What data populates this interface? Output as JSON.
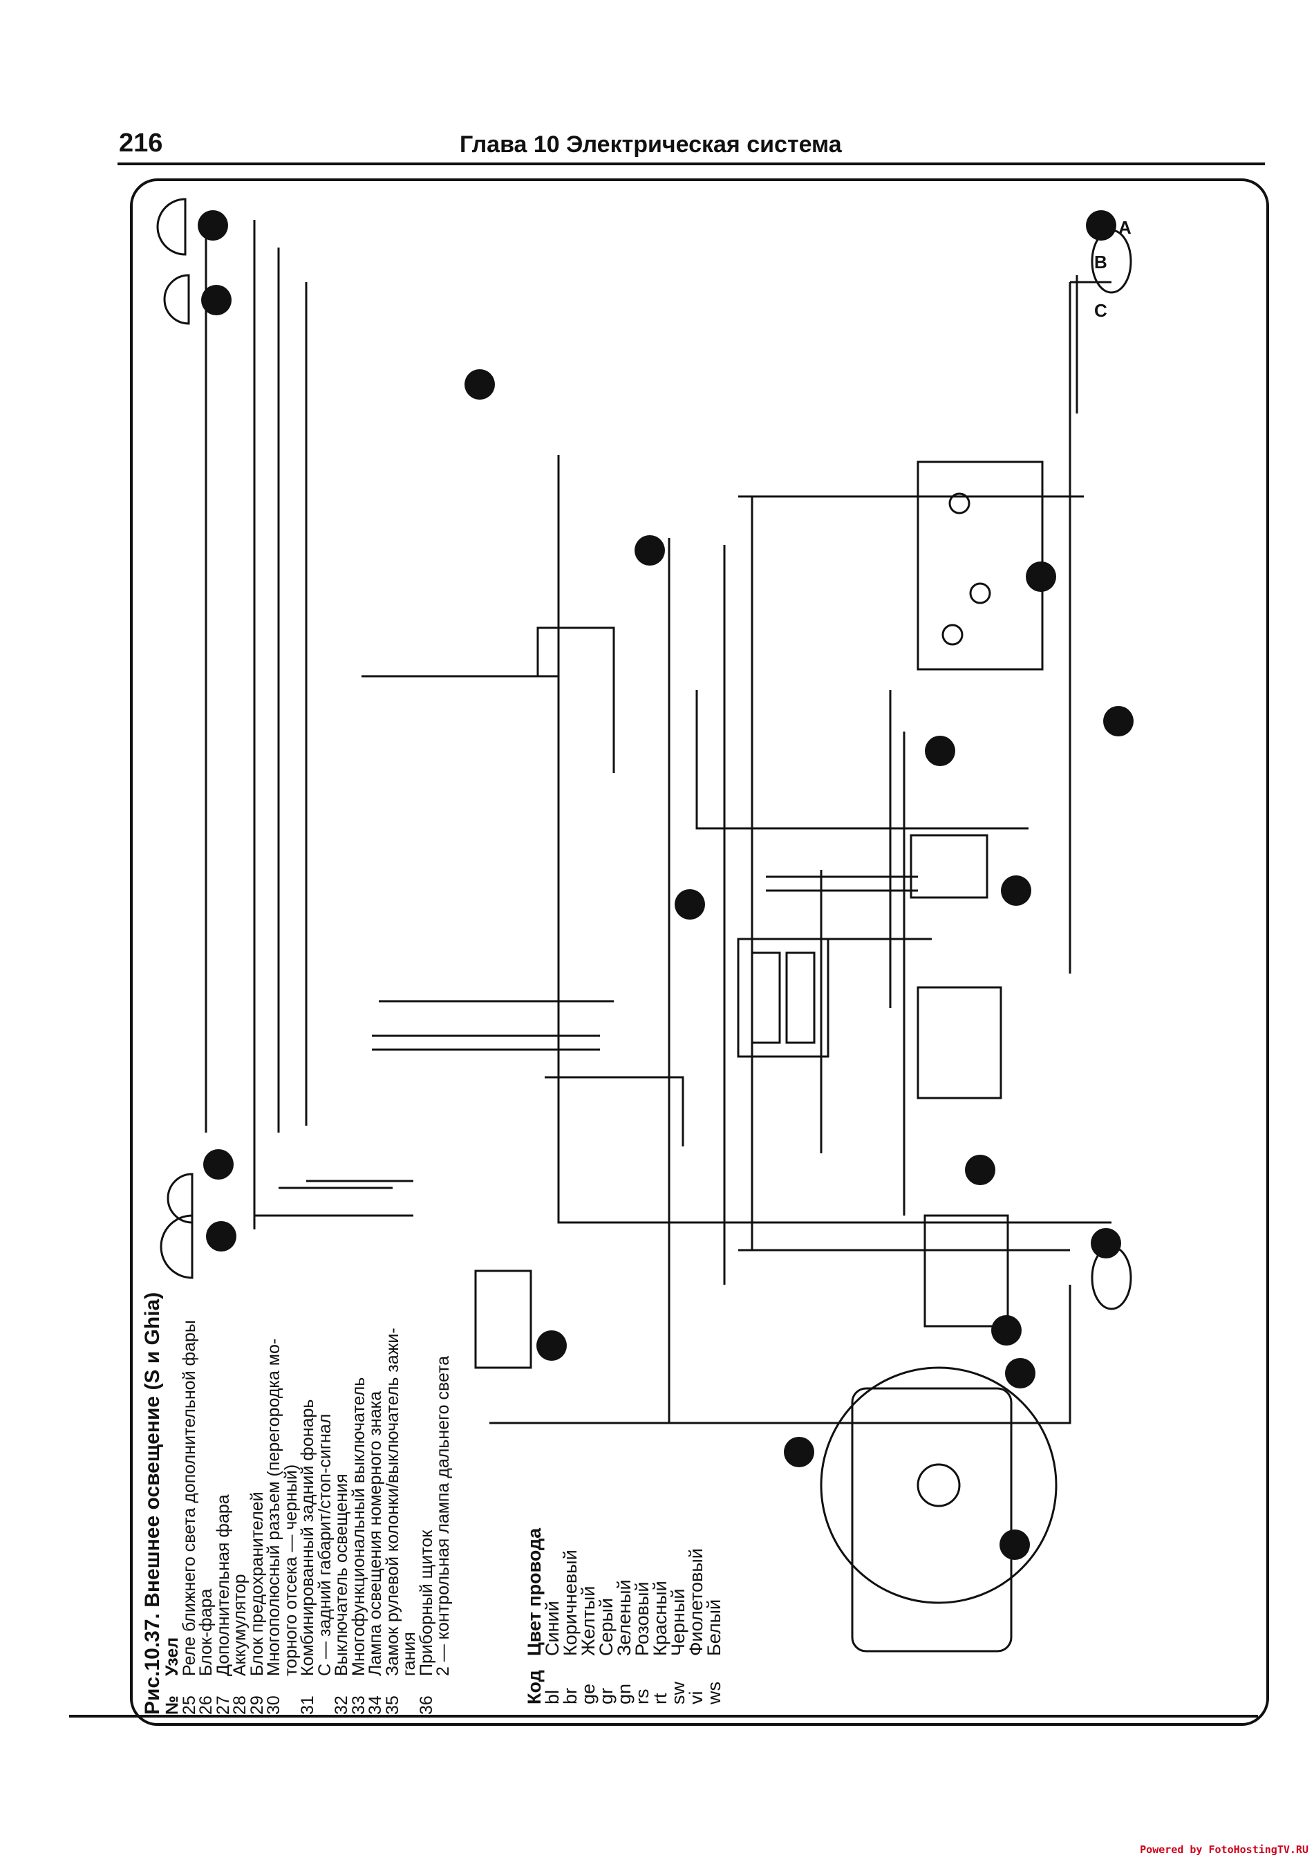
{
  "header": {
    "page_number": "216",
    "chapter": "Глава 10  Электрическая система"
  },
  "legend": {
    "title": "Рис.10.37. Внешнее освещение (S и Ghia)",
    "col_no": "№",
    "col_node": "Узел",
    "items": [
      {
        "no": "25",
        "text": "Реле ближнего света дополнительной фары"
      },
      {
        "no": "26",
        "text": "Блок-фара"
      },
      {
        "no": "27",
        "text": "Дополнительная фара"
      },
      {
        "no": "28",
        "text": "Аккумулятор"
      },
      {
        "no": "29",
        "text": "Блок предохранителей"
      },
      {
        "no": "30",
        "text": "Многополюсный разъем (перегородка мо-"
      },
      {
        "no": "",
        "text": "торного отсека — черный)"
      },
      {
        "no": "31",
        "text": "Комбинированный задний фонарь"
      },
      {
        "no": "",
        "text": "С — задний габарит/стоп-сигнал"
      },
      {
        "no": "32",
        "text": "Выключатель освещения"
      },
      {
        "no": "33",
        "text": "Многофункциональный выключатель"
      },
      {
        "no": "34",
        "text": "Лампа освещения номерного знака"
      },
      {
        "no": "35",
        "text": "Замок рулевой колонки/выключатель зажи-"
      },
      {
        "no": "",
        "text": "гания"
      },
      {
        "no": "36",
        "text": "Приборный щиток"
      },
      {
        "no": "",
        "text": "2 — контрольная лампа дальнего света"
      }
    ]
  },
  "wire_codes": {
    "col_code": "Код",
    "col_color": "Цвет провода",
    "items": [
      {
        "code": "bl",
        "color": "Синий"
      },
      {
        "code": "br",
        "color": "Коричневый"
      },
      {
        "code": "ge",
        "color": "Желтый"
      },
      {
        "code": "gr",
        "color": "Серый"
      },
      {
        "code": "gn",
        "color": "Зеленый"
      },
      {
        "code": "rs",
        "color": "Розовый"
      },
      {
        "code": "rt",
        "color": "Красный"
      },
      {
        "code": "sw",
        "color": "Черный"
      },
      {
        "code": "vi",
        "color": "Фиолетовый"
      },
      {
        "code": "ws",
        "color": "Белый"
      }
    ]
  },
  "diagram_labels": {
    "lamp_a": "A",
    "lamp_b": "B",
    "lamp_c": "C"
  },
  "footer": {
    "powered": "Powered by FotoHostingTV.RU"
  }
}
